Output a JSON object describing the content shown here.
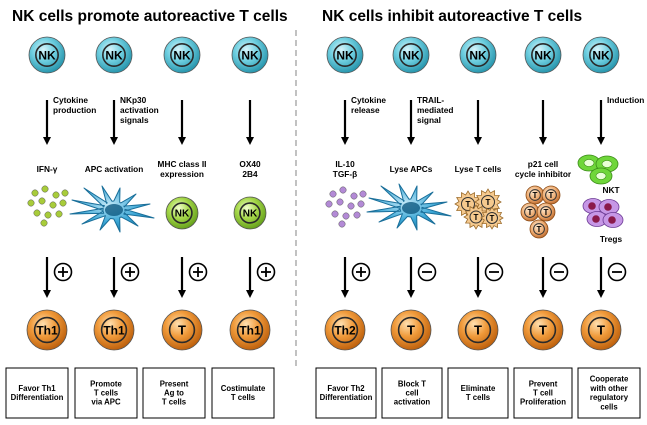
{
  "left_title": "NK cells promote autoreactive T cells",
  "right_title": "NK cells inhibit autoreactive T cells",
  "nk_label": "NK",
  "columns": [
    {
      "step": [
        "Cytokine",
        "production"
      ],
      "mediator": [
        "IFN-γ"
      ],
      "sign": "+",
      "target": "Th1",
      "outcome": [
        "Favor Th1",
        "Differentiation"
      ]
    },
    {
      "step": [
        "NKp30",
        "activation",
        "signals"
      ],
      "mediator": [
        "APC activation"
      ],
      "sign": "+",
      "target": "Th1",
      "outcome": [
        "Promote",
        "T cells",
        "via APC"
      ]
    },
    {
      "step": [],
      "mediator": [
        "MHC class II",
        "expression"
      ],
      "sign": "+",
      "target": "T",
      "outcome": [
        "Present",
        "Ag to",
        "T cells"
      ]
    },
    {
      "step": [],
      "mediator": [
        "OX40",
        "2B4"
      ],
      "sign": "+",
      "target": "Th1",
      "outcome": [
        "Costimulate",
        "T cells"
      ]
    },
    {
      "step": [
        "Cytokine",
        "release"
      ],
      "mediator": [
        "IL-10",
        "TGF-β"
      ],
      "sign": "+",
      "target": "Th2",
      "outcome": [
        "Favor Th2",
        "Differentiation"
      ]
    },
    {
      "step": [
        "TRAIL-",
        "mediated",
        "signal"
      ],
      "mediator": [
        "Lyse APCs"
      ],
      "sign": "−",
      "target": "T",
      "outcome": [
        "Block T",
        "cell",
        "activation"
      ]
    },
    {
      "step": [],
      "mediator": [
        "Lyse T cells"
      ],
      "sign": "−",
      "target": "T",
      "outcome": [
        "Eliminate",
        "T cells"
      ]
    },
    {
      "step": [],
      "mediator": [
        "p21 cell",
        "cycle inhibitor"
      ],
      "sign": "−",
      "target": "T",
      "outcome": [
        "Prevent",
        "T cell",
        "Proliferation"
      ]
    },
    {
      "step": [
        "Induction"
      ],
      "mediator": [],
      "sign": "−",
      "target": "T",
      "outcome": [
        "Cooperate",
        "with other",
        "regulatory",
        "cells"
      ]
    }
  ],
  "extra_labels": {
    "nkt": "NKT",
    "tregs": "Tregs",
    "t_small": "T",
    "nk_green": "NK"
  },
  "colors": {
    "nk_cell": "#4fc3d8",
    "t_cell": "#e8821f",
    "green_cell": "#8cc63f",
    "apc": "#2e9fd0",
    "ifn_dots": "#a8cc3a",
    "il10_dots": "#b38ad6",
    "nkt": "#6fd63a",
    "treg": "#b07ad6",
    "divider": "#a0a0a0"
  }
}
